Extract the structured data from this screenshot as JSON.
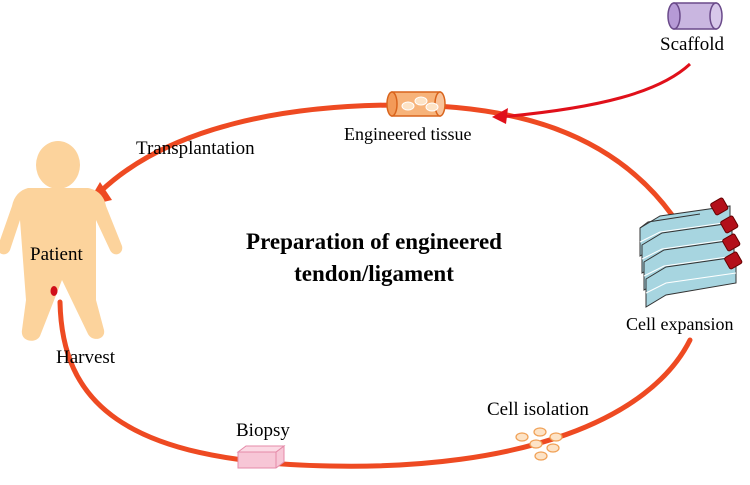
{
  "diagram": {
    "title_line1": "Preparation of engineered",
    "title_line2": "tendon/ligament",
    "labels": {
      "scaffold": "Scaffold",
      "engineered_tissue": "Engineered tissue",
      "transplantation": "Transplantation",
      "patient": "Patient",
      "harvest": "Harvest",
      "biopsy": "Biopsy",
      "cell_isolation": "Cell isolation",
      "cell_expansion": "Cell expansion"
    },
    "colors": {
      "cycle_arrow": "#ee4a22",
      "scaffold_arrow": "#e0101a",
      "patient_body": "#fcd39c",
      "harvest_dot": "#d0101a",
      "scaffold": "#c9b6e0",
      "scaffold_outline": "#6a4a8a",
      "engineered_tissue": "#f7b37a",
      "engineered_tissue_outline": "#d9641c",
      "cell_fill": "#fde3c6",
      "cell_outline": "#f0a055",
      "biopsy": "#f7c6d6",
      "biopsy_outline": "#e48aa8",
      "flask_fill": "#a7d5e0",
      "flask_cap": "#b3101a"
    },
    "icons": [
      "patient-figure",
      "scaffold-tube",
      "engineered-tissue-tube",
      "biopsy-block",
      "isolated-cells",
      "cell-culture-flasks"
    ]
  }
}
